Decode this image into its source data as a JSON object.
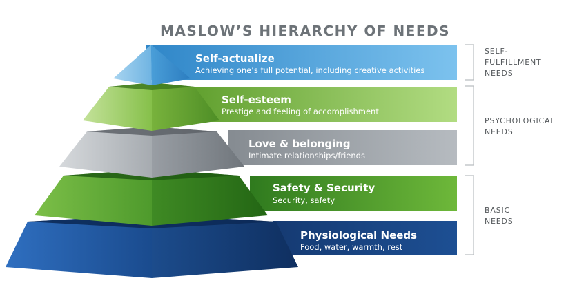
{
  "title": "MASLOW’S HIERARCHY OF NEEDS",
  "levels": [
    {
      "name": "Self-actualize",
      "description": "Achieving one’s full potential, including creative activities"
    },
    {
      "name": "Self-esteem",
      "description": "Prestige and feeling of accomplishment"
    },
    {
      "name": "Love & belonging",
      "description": "Intimate relationships/friends"
    },
    {
      "name": "Safety & Security",
      "description": "Security, safety"
    },
    {
      "name": "Physiological Needs",
      "description": "Food, water, warmth, rest"
    }
  ],
  "groups": [
    {
      "label": "SELF-\nFULFILLMENT\nNEEDS"
    },
    {
      "label": "PSYCHOLOGICAL\nNEEDS"
    },
    {
      "label": "BASIC\nNEEDS"
    }
  ],
  "colors": {
    "title": "#6d7378",
    "blue_light": "#5aaee0",
    "green_light": "#8cc63e",
    "gray": "#9aa0a6",
    "green_dark": "#4a9a2e",
    "navy": "#1d4c8c"
  }
}
